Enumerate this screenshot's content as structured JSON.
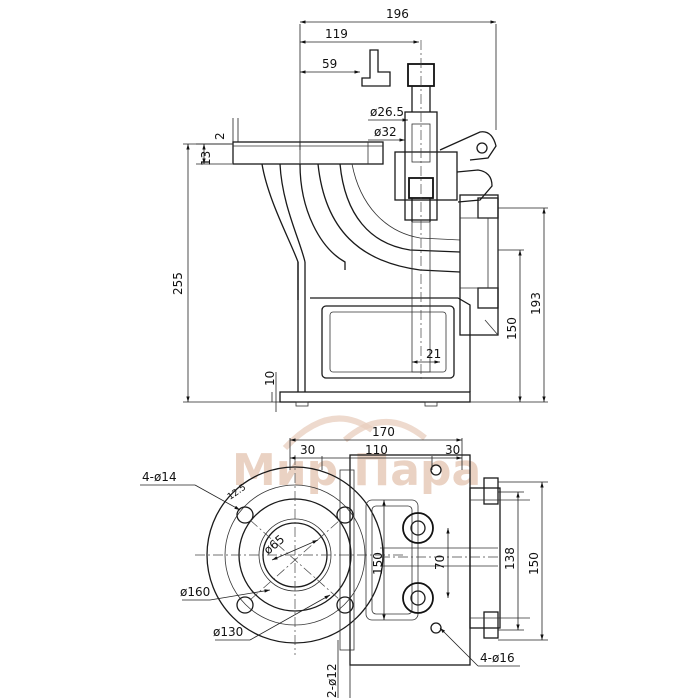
{
  "watermark": {
    "text": "Мир Пара"
  },
  "side_view": {
    "dims": {
      "overall_width": "196",
      "width_119": "119",
      "width_59": "59",
      "dia_26_5": "ø26.5",
      "dia_32": "ø32",
      "thickness_2": "2",
      "flange_13": "13",
      "height_255": "255",
      "height_193": "193",
      "height_150": "150",
      "offset_21": "21",
      "base_10": "10"
    }
  },
  "plan_view": {
    "dims": {
      "overall_170": "170",
      "left_30": "30",
      "mid_110": "110",
      "right_30": "30",
      "holes_4x14": "4-ø14",
      "radius_12_5": "12.5",
      "dia_65": "ø65",
      "dia_160": "ø160",
      "dia_130": "ø130",
      "holes_2x12": "2-ø12",
      "holes_4x16": "4-ø16",
      "height_150": "150",
      "height_70": "70",
      "height_138": "138",
      "height_150_right": "150"
    }
  }
}
